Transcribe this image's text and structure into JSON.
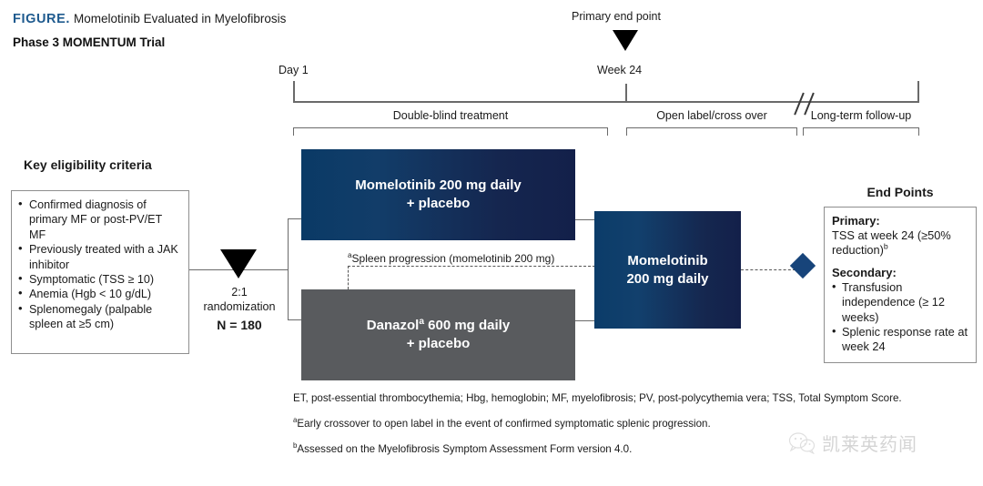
{
  "header": {
    "figure_word": "FIGURE.",
    "subject": "Momelotinib Evaluated in Myelofibrosis",
    "phase": "Phase 3 MOMENTUM Trial",
    "accent_color": "#1e5a8e"
  },
  "timeline": {
    "primary_endpoint_label": "Primary end point",
    "start_label": "Day 1",
    "endpoint_label": "Week 24",
    "phases": [
      {
        "label": "Double-blind treatment"
      },
      {
        "label": "Open label/cross over"
      },
      {
        "label": "Long-term follow-up"
      }
    ]
  },
  "eligibility": {
    "heading": "Key eligibility criteria",
    "items": [
      "Confirmed diagnosis of primary MF or post-PV/ET MF",
      "Previously treated with a JAK inhibitor",
      "Symptomatic (TSS ≥ 10)",
      "Anemia (Hgb < 10 g/dL)",
      "Splenomegaly (palpable spleen at ≥5 cm)"
    ]
  },
  "randomization": {
    "ratio": "2:1\nrandomization",
    "ratio_line1": "2:1",
    "ratio_line2": "randomization",
    "sample_size": "N = 180"
  },
  "arms": {
    "treatment_line1": "Momelotinib 200 mg daily",
    "treatment_line2": "+ placebo",
    "control_line1_a": "Danazol",
    "control_line1_sup": "a",
    "control_line1_b": " 600 mg daily",
    "control_line2": "+ placebo",
    "crossover_line1": "Momelotinib",
    "crossover_line2": "200 mg daily",
    "treatment_color": "#0a3a66",
    "control_color": "#595b5e",
    "diamond_color": "#17447a"
  },
  "spleen_progression": {
    "sup": "a",
    "label": "Spleen progression (momelotinib 200 mg)"
  },
  "endpoints": {
    "heading": "End Points",
    "primary_heading": "Primary:",
    "primary_text_a": "TSS at week 24 (≥50% reduction)",
    "primary_text_sup": "b",
    "secondary_heading": "Secondary:",
    "secondary_items": [
      "Transfusion independence (≥ 12 weeks)",
      "Splenic response rate at week 24"
    ]
  },
  "footnotes": [
    "ET, post-essential thrombocythemia; Hbg, hemoglobin; MF, myelofibrosis; PV, post-polycythemia vera; TSS, Total Symptom Score.",
    "Early crossover to open label in the event of confirmed symptomatic splenic progression.",
    "Assessed on the Myelofibrosis Symptom Assessment Form version 4.0."
  ],
  "footnote_marks": [
    "",
    "a",
    "b"
  ],
  "watermark": {
    "icon": "wechat-icon",
    "text": "凯莱英药闻"
  }
}
